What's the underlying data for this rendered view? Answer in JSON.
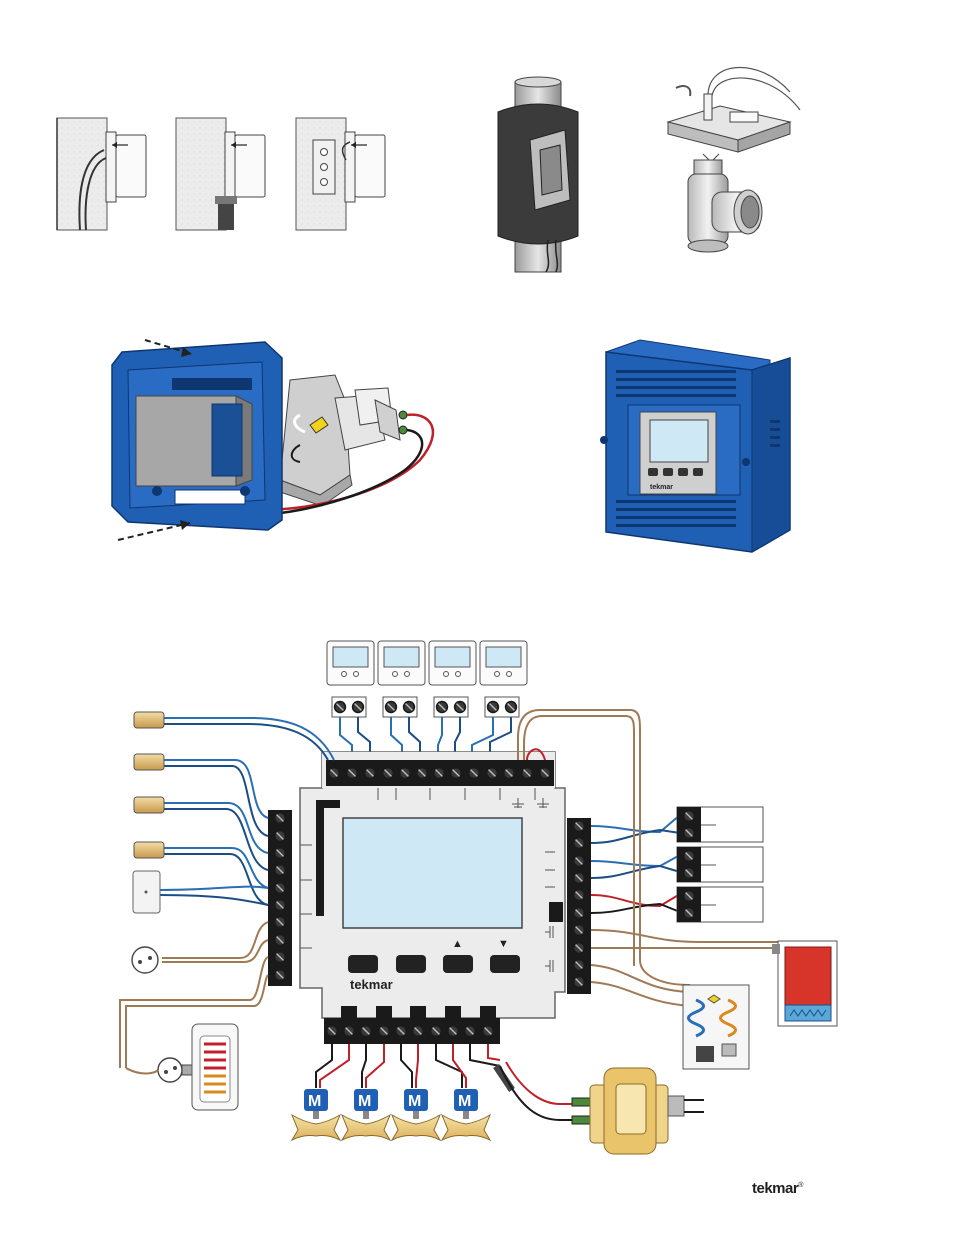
{
  "brand": {
    "name": "tekmar",
    "mark": "®"
  },
  "display_panel": {
    "arrow_up": "▲",
    "arrow_down": "▼"
  },
  "zone_valves": {
    "label": "M",
    "count": 4
  },
  "thermostats": {
    "count": 4
  },
  "colors": {
    "enclosure_blue": "#1f5fb4",
    "enclosure_blue_dark": "#123f80",
    "lcd": "#cfe8f5",
    "wire_blue": "#2a6fb3",
    "wire_red": "#c0202a",
    "wire_brown": "#a07a55",
    "sensor_tan": "#d9b36a",
    "boiler_red": "#d8352a",
    "valve_tan": "#f0d48a",
    "valve_head": "#1f5fb4"
  }
}
